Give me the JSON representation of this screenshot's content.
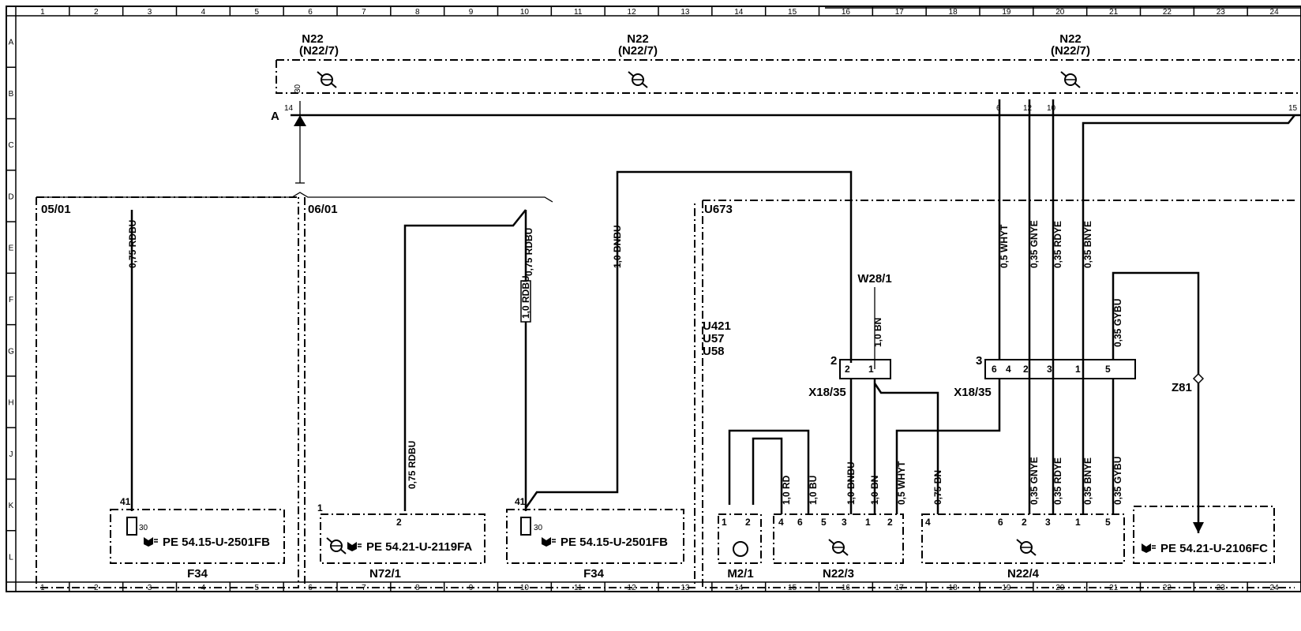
{
  "grid": {
    "columns": [
      "1",
      "2",
      "3",
      "4",
      "5",
      "6",
      "7",
      "8",
      "9",
      "10",
      "11",
      "12",
      "13",
      "14",
      "15",
      "16",
      "17",
      "18",
      "19",
      "20",
      "21",
      "22",
      "23",
      "24"
    ],
    "rows": [
      "A",
      "B",
      "C",
      "D",
      "E",
      "F",
      "G",
      "H",
      "J",
      "K",
      "L"
    ]
  },
  "header": {
    "n22_title": "N22",
    "n22_subtitle": "(N22/7)",
    "point_a": "A",
    "pins": {
      "p14": "14",
      "p30": "30",
      "p6": "6",
      "p12": "12",
      "p10": "10",
      "p15": "15"
    }
  },
  "sections": {
    "s1": "05/01",
    "s2": "06/01",
    "s3": "U673",
    "variants": [
      "U421",
      "U57",
      "U58"
    ]
  },
  "wires": {
    "w_rdbu_075": "0,75 RDBU",
    "w_rdbu_075b": "0,75 RDBU",
    "w_rdbu_10": "1,0 RDBU",
    "w_bnbu_10": "1,0 BNBU",
    "w_whyt_05": "0,5 WHYT",
    "w_gnye_035": "0,35 GNYE",
    "w_rdye_035": "0,35 RDYE",
    "w_bnye_035": "0,35 BNYE",
    "w_gybu_035": "0,35 GYBU",
    "w_bn_10": "1,0 BN",
    "w_rd_10": "1,0 RD",
    "w_bu_10": "1,0 BU",
    "w_bn_075": "0,75 BN",
    "w_rdbu_075_l": "0,75 RDBU"
  },
  "connectors": {
    "w28": "W28/1",
    "x18a": "X18/35",
    "x18b": "X18/35",
    "x18a_num": "2",
    "x18b_num": "3",
    "z81": "Z81"
  },
  "components": {
    "f34_left": {
      "name": "F34",
      "ref": "PE  54.15-U-2501FB",
      "pin41": "41",
      "pin30": "30"
    },
    "n72": {
      "name": "N72/1",
      "ref": "PE  54.21-U-2119FA",
      "pin1": "1",
      "pin2": "2"
    },
    "f34_mid": {
      "name": "F34",
      "ref": "PE  54.15-U-2501FB",
      "pin41": "41",
      "pin30": "30"
    },
    "m2": {
      "name": "M2/1"
    },
    "n22_3": {
      "name": "N22/3"
    },
    "n22_4": {
      "name": "N22/4"
    },
    "pe_right": {
      "ref": "PE  54.21-U-2106FC"
    }
  },
  "pins": {
    "x18a": [
      "2",
      "1"
    ],
    "x18b": [
      "6",
      "4",
      "2",
      "3",
      "1",
      "5"
    ],
    "m2": [
      "1",
      "2"
    ],
    "n22_3": [
      "4",
      "6",
      "5",
      "3",
      "1",
      "2"
    ],
    "n22_4": [
      "4",
      "6",
      "2",
      "3",
      "1",
      "5"
    ]
  }
}
